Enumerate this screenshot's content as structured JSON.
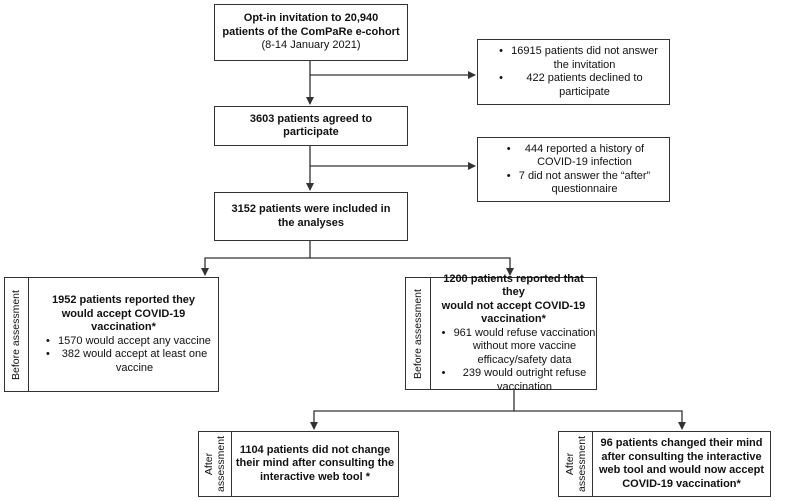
{
  "boxes": {
    "invitation": {
      "lines": [
        "Opt-in invitation to 20,940",
        "patients of the ComPaRe e-cohort"
      ],
      "sub": "(8-14 January 2021)"
    },
    "excluded_invitation": {
      "items": [
        [
          "16915 patients did not answer",
          "the invitation"
        ],
        [
          "422 patients declined to",
          "participate"
        ]
      ]
    },
    "agreed": {
      "lines": [
        "3603 patients agreed to",
        "participate"
      ]
    },
    "excluded_agreed": {
      "items": [
        [
          "444 reported a history of",
          "COVID-19 infection"
        ],
        [
          "7 did not answer the “after”",
          "questionnaire"
        ]
      ]
    },
    "included": {
      "lines": [
        "3152 patients were included in",
        "the analyses"
      ]
    },
    "accept": {
      "lines": [
        "1952 patients reported they",
        "would accept COVID-19",
        "vaccination*"
      ],
      "items": [
        [
          "1570 would accept any vaccine"
        ],
        [
          "382 would accept at least one",
          "vaccine"
        ]
      ]
    },
    "not_accept": {
      "lines": [
        "1200 patients reported that they",
        "would not accept COVID-19",
        "vaccination*"
      ],
      "items": [
        [
          "961 would refuse vaccination",
          "without more vaccine",
          "efficacy/safety data"
        ],
        [
          "239 would outright refuse",
          "vaccination"
        ]
      ]
    },
    "no_change": {
      "lines": [
        "1104 patients did not change",
        "their mind after consulting the",
        "interactive web tool *"
      ]
    },
    "changed": {
      "lines": [
        "96 patients changed their mind",
        "after consulting the interactive",
        "web tool and would now accept",
        "COVID-19 vaccination*"
      ]
    }
  },
  "labels": {
    "before_left": "Before assessment",
    "before_right": "Before assessment",
    "after_left": [
      "After",
      "assessment"
    ],
    "after_right": [
      "After",
      "assessment"
    ]
  }
}
